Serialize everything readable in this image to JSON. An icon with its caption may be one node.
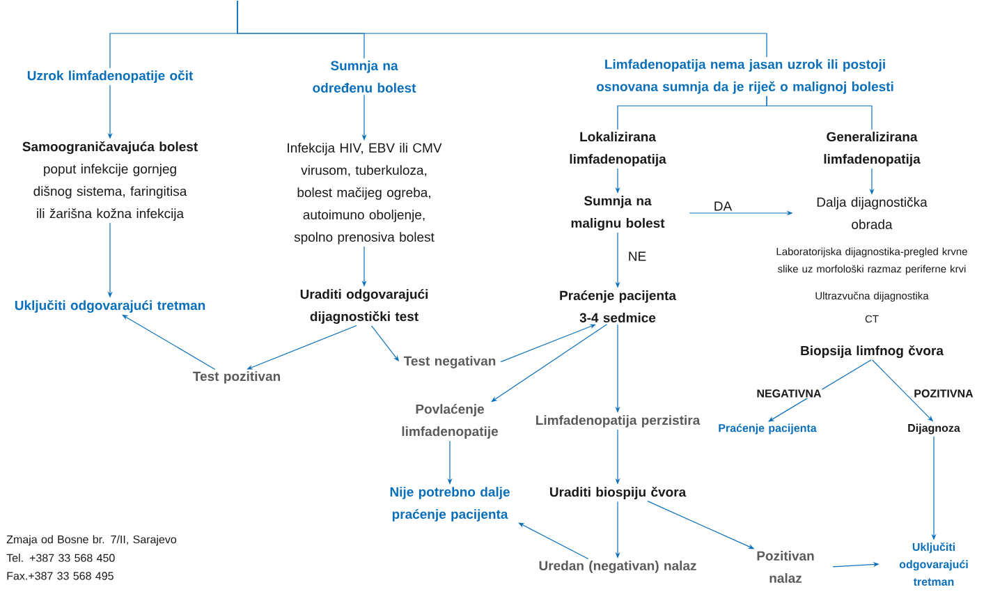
{
  "diagram": {
    "nodes": [
      {
        "text": [
          "Uzrok limfadenopatije očit"
        ]
      },
      {
        "text": [
          "Sumnja na određenu bolest"
        ]
      },
      {
        "text": [
          "Limfadenopatija nema jasan uzrok ili postoji osnovana sumnja da je riječ o malignoj bolesti"
        ]
      },
      {
        "text": [
          "**Samoograničavajuća bolest** poput infekcije gornjeg dišnog sistema, faringitisa ili žarišna kožna infekcija"
        ]
      },
      {
        "text": [
          "Infekcija HIV, EBV ili CMV virusom, tuberkuloza, bolest mačijeg ogreba, autoimuno oboljenje, spolno prenosiva bolest"
        ]
      },
      {
        "text": [
          "Uključiti odgovarajući tretman"
        ]
      },
      {
        "text": [
          "Uraditi odgovarajući dijagnostički test"
        ]
      },
      {
        "text": [
          "Test pozitivan"
        ]
      },
      {
        "text": [
          "Test negativan"
        ]
      },
      {
        "text": [
          "Lokalizirana limfadenopatija"
        ]
      },
      {
        "text": [
          "Generalizirana limfadenopatija"
        ]
      },
      {
        "text": [
          "Sumnja na malignu bolest"
        ]
      },
      {
        "text": [
          "Praćenje pacijenta 3-4 sedmice"
        ]
      },
      {
        "text": [
          "Dalja dijagnostička obrada"
        ]
      },
      {
        "text": [
          "Biopsija limfnog čvora"
        ]
      },
      {
        "text": [
          "Praćenje pacijenta"
        ]
      },
      {
        "text": [
          "Dijagnoza"
        ]
      },
      {
        "text": [
          "Povlaćenje limfadenopatije"
        ]
      },
      {
        "text": [
          "Limfadenopatija perzistira"
        ]
      },
      {
        "text": [
          "Nije potrebno dalje praćenje pacijenta"
        ]
      },
      {
        "text": [
          "Uraditi biospiju čvora"
        ]
      },
      {
        "text": [
          "Uredan (negativan) nalaz"
        ]
      },
      {
        "text": [
          "Pozitivan nalaz"
        ]
      },
      {
        "text": [
          "Uključiti odgovarajući tretman"
        ]
      }
    ],
    "edges": [
      {
        "from": null,
        "to": 0,
        "arrow": "none"
      },
      {
        "from": null,
        "to": 1,
        "arrow": "none"
      },
      {
        "from": null,
        "to": 2,
        "arrow": "none"
      },
      {
        "from": 0,
        "to": 3,
        "arrow": "to"
      },
      {
        "from": 1,
        "to": 4,
        "arrow": "to"
      },
      {
        "from": 3,
        "to": 5,
        "arrow": "to"
      },
      {
        "from": 4,
        "to": 6,
        "arrow": "to"
      },
      {
        "from": 6,
        "to": 7,
        "arrow": "to"
      },
      {
        "from": 6,
        "to": 8,
        "arrow": "to"
      },
      {
        "from": 7,
        "to": 5,
        "arrow": "to"
      },
      {
        "from": 8,
        "to": 12,
        "arrow": "to"
      },
      {
        "from": 2,
        "to": 9,
        "arrow": "none"
      },
      {
        "from": 2,
        "to": 10,
        "arrow": "none"
      },
      {
        "from": 9,
        "to": 11,
        "arrow": "to"
      },
      {
        "from": 10,
        "to": 13,
        "arrow": "to"
      },
      {
        "from": 11,
        "to": 13,
        "arrow": "to",
        "label": "DA"
      },
      {
        "from": 11,
        "to": 12,
        "arrow": "to",
        "label": "NE"
      },
      {
        "from": 12,
        "to": 17,
        "arrow": "to"
      },
      {
        "from": 12,
        "to": 18,
        "arrow": "to"
      },
      {
        "from": 17,
        "to": 19,
        "arrow": "to"
      },
      {
        "from": 18,
        "to": 20,
        "arrow": "to"
      },
      {
        "from": 20,
        "to": 21,
        "arrow": "to"
      },
      {
        "from": 20,
        "to": 22,
        "arrow": "to"
      },
      {
        "from": 21,
        "to": 19,
        "arrow": "to"
      },
      {
        "from": 22,
        "to": 23,
        "arrow": "to"
      },
      {
        "from": 14,
        "to": 15,
        "arrow": "to",
        "label": "NEGATIVNA"
      },
      {
        "from": 14,
        "to": 16,
        "arrow": "to",
        "label": "POZITIVNA"
      },
      {
        "from": 16,
        "to": 23,
        "arrow": "to"
      }
    ],
    "labels": [
      "Laboratorijska dijagnostika-pregled krvne slike uz morfološki razmaz periferne krvi",
      "Ultrazvučna dijagnostika",
      "CT",
      "Zmaja od Bosne br. 7/II, Sarajevo",
      "Tel. +387 33 568 450",
      "Fax.+387 33 568 495"
    ]
  }
}
